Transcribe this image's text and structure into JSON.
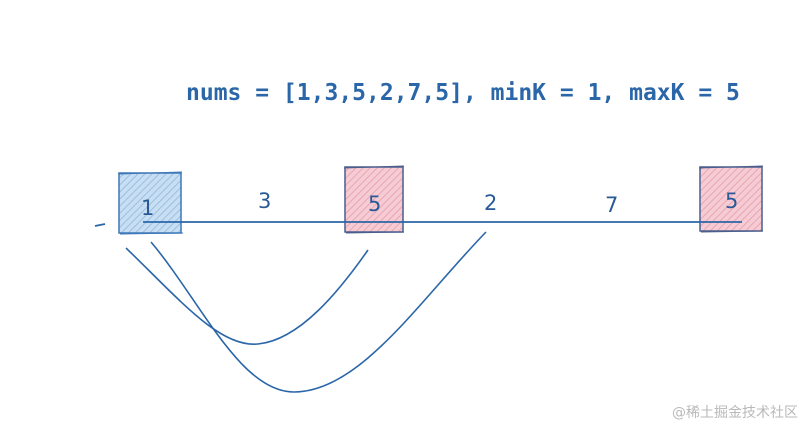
{
  "title": "nums = [1,3,5,2,7,5], minK = 1, maxK = 5",
  "numbers": [
    "1",
    "3",
    "5",
    "2",
    "7",
    "5"
  ],
  "highlight": [
    "min",
    "none",
    "max",
    "none",
    "none",
    "max"
  ],
  "colors": {
    "ink": "#2a66a8",
    "min_fill": "#b7d3ee",
    "min_stroke": "#3f78b8",
    "max_fill": "#f3bcc6",
    "max_stroke": "#4a5f8c"
  },
  "watermark": "@稀土掘金技术社区"
}
